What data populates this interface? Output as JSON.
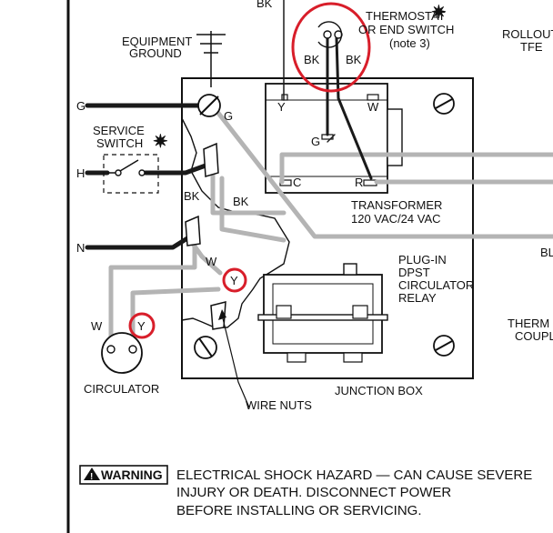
{
  "labels": {
    "bk_top": "BK",
    "equipment_ground_1": "EQUIPMENT",
    "equipment_ground_2": "GROUND",
    "thermostat_1": "THERMOSTAT",
    "thermostat_2": "OR END SWITCH",
    "thermostat_3": "(note 3)",
    "thermo_bk_left": "BK",
    "thermo_bk_right": "BK",
    "rollout_1": "ROLLOUT",
    "rollout_2": "TFE",
    "g_line": "G",
    "service_1": "SERVICE",
    "service_2": "SWITCH",
    "h_line": "H",
    "n_line": "N",
    "bk_wire_a": "BK",
    "bk_wire_b": "BK",
    "w_wire": "W",
    "y_wire_center": "Y",
    "w_circ": "W",
    "y_circ": "Y",
    "circulator": "CIRCULATOR",
    "wire_nuts": "WIRE NUTS",
    "junction_box": "JUNCTION BOX",
    "g_box": "G",
    "term_y": "Y",
    "term_w": "W",
    "term_c": "C",
    "term_r": "R",
    "term_g": "G",
    "transformer_1": "TRANSFORMER",
    "transformer_2": "120 VAC/24 VAC",
    "relay_1": "PLUG-IN",
    "relay_2": "DPST",
    "relay_3": "CIRCULATOR",
    "relay_4": "RELAY",
    "bl_edge": "BL",
    "therm_1": "THERM",
    "therm_2": "COUPL"
  },
  "warning": {
    "badge": "WARNING",
    "line1": "ELECTRICAL SHOCK HAZARD — CAN CAUSE SEVERE",
    "line2": "INJURY OR DEATH.  DISCONNECT POWER",
    "line3": "BEFORE INSTALLING OR SERVICING."
  },
  "colors": {
    "highlight": "#d81e2a",
    "wire_black": "#1a1a1a",
    "wire_gray": "#b4b4b4"
  }
}
